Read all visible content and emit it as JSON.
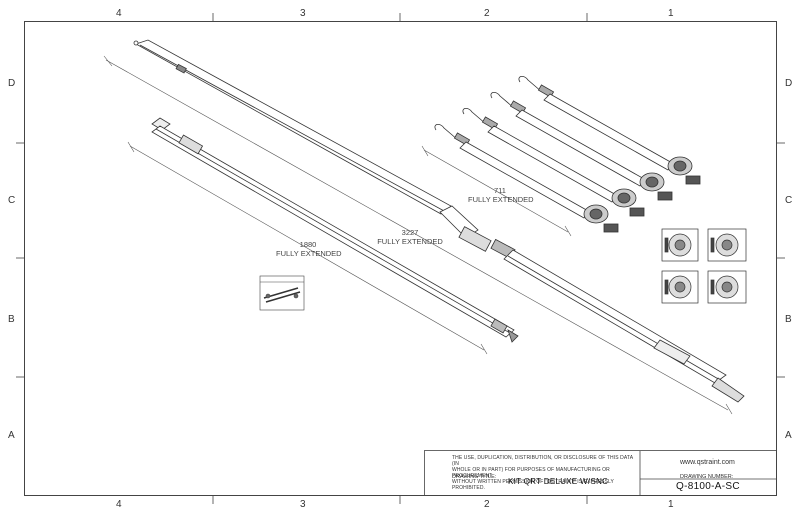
{
  "zones": {
    "top": [
      "4",
      "3",
      "2",
      "1"
    ],
    "bottom": [
      "4",
      "3",
      "2",
      "1"
    ],
    "left": [
      "D",
      "C",
      "B",
      "A"
    ],
    "right": [
      "D",
      "C",
      "B",
      "A"
    ]
  },
  "dimensions": {
    "d711": {
      "value": "711",
      "note": "FULLY EXTENDED"
    },
    "d3227": {
      "value": "3227",
      "note": "FULLY EXTENDED"
    },
    "d1880": {
      "value": "1880",
      "note": "FULLY EXTENDED"
    }
  },
  "title_block": {
    "disclaimer_1": "THE USE, DUPLICATION, DISTRIBUTION, OR DISCLOSURE OF THIS DATA (IN",
    "disclaimer_2": "WHOLE OR IN PART) FOR PURPOSES OF MANUFACTURING OR PROCUREMENT",
    "disclaimer_3": "WITHOUT WRITTEN PERMISSION OF \"Q'STRAINT\" IS EXPRESSLY PROHIBITED.",
    "website": "www.qstraint.com",
    "drawing_title_label": "DRAWING TITLE:",
    "drawing_title": "KIT QRT DELUXE W/SNC",
    "drawing_number_label": "DRAWING NUMBER:",
    "drawing_number": "Q-8100-A-SC"
  }
}
